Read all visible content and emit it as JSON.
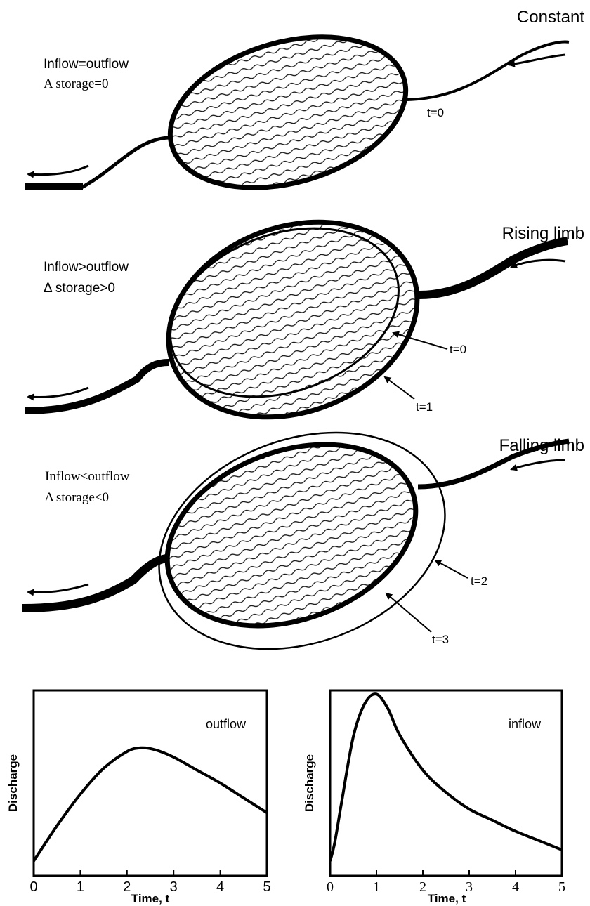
{
  "panels": {
    "constant": {
      "title": "Constant",
      "line1": "Inflow=outflow",
      "line2": "A storage=0",
      "t_label": "t=0"
    },
    "rising": {
      "title": "Rising limb",
      "line1": "Inflow>outflow",
      "line2": "Δ storage>0",
      "t_inner": "t=0",
      "t_outer": "t=1"
    },
    "falling": {
      "title": "Falling limb",
      "line1": "Inflow<outflow",
      "line2": "Δ storage<0",
      "t_outer": "t=2",
      "t_inner": "t=3"
    }
  },
  "chart_data": [
    {
      "type": "line",
      "series_label": "outflow",
      "ylabel": "Discharge",
      "xlabel": "Time, t",
      "x_ticks": [
        "0",
        "1",
        "2",
        "3",
        "4",
        "5"
      ],
      "xlim": [
        0,
        5
      ],
      "ylim": [
        0,
        1
      ],
      "x": [
        0,
        0.5,
        1,
        1.5,
        2,
        2.3,
        2.6,
        3,
        3.5,
        4,
        4.5,
        5
      ],
      "y": [
        0.08,
        0.27,
        0.44,
        0.58,
        0.67,
        0.69,
        0.68,
        0.64,
        0.57,
        0.5,
        0.42,
        0.34
      ]
    },
    {
      "type": "line",
      "series_label": "inflow",
      "ylabel": "Discharge",
      "xlabel": "Time, t",
      "x_ticks": [
        "0",
        "1",
        "2",
        "3",
        "4",
        "5"
      ],
      "xlim": [
        0,
        5
      ],
      "ylim": [
        0,
        1
      ],
      "x": [
        0,
        0.1,
        0.25,
        0.5,
        0.75,
        1,
        1.25,
        1.5,
        2,
        2.5,
        3,
        3.5,
        4,
        4.5,
        5
      ],
      "y": [
        0.08,
        0.18,
        0.4,
        0.75,
        0.93,
        0.98,
        0.9,
        0.76,
        0.57,
        0.45,
        0.36,
        0.3,
        0.24,
        0.19,
        0.14
      ]
    }
  ]
}
